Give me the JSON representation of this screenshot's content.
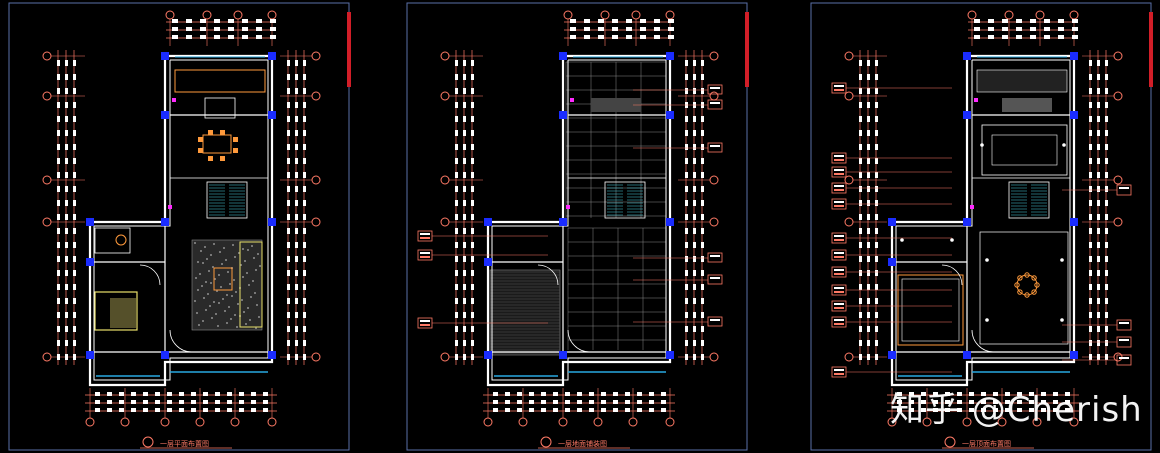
{
  "sheets": [
    {
      "id": "plan-furniture",
      "title": "一层平面布置图",
      "variant": "furniture"
    },
    {
      "id": "plan-floor",
      "title": "一层地面铺装图",
      "variant": "floor"
    },
    {
      "id": "plan-ceiling",
      "title": "一层顶面布置图",
      "variant": "ceiling"
    }
  ],
  "watermark": "知乎 @Cherish",
  "colors": {
    "background": "#000000",
    "frame": "#5a6fa8",
    "wall": "#ffffff",
    "column": "#1a2cff",
    "dimension": "#ff7a66",
    "tag": "#ff7a66",
    "furniture": "#ff9a3c",
    "accent_bar": "#d21e28",
    "hatch": "#8a8a8a",
    "window": "#29a8e0",
    "magenta": "#ff2aff",
    "stair": "#4ad0e0",
    "yellow": "#e8e06a"
  }
}
